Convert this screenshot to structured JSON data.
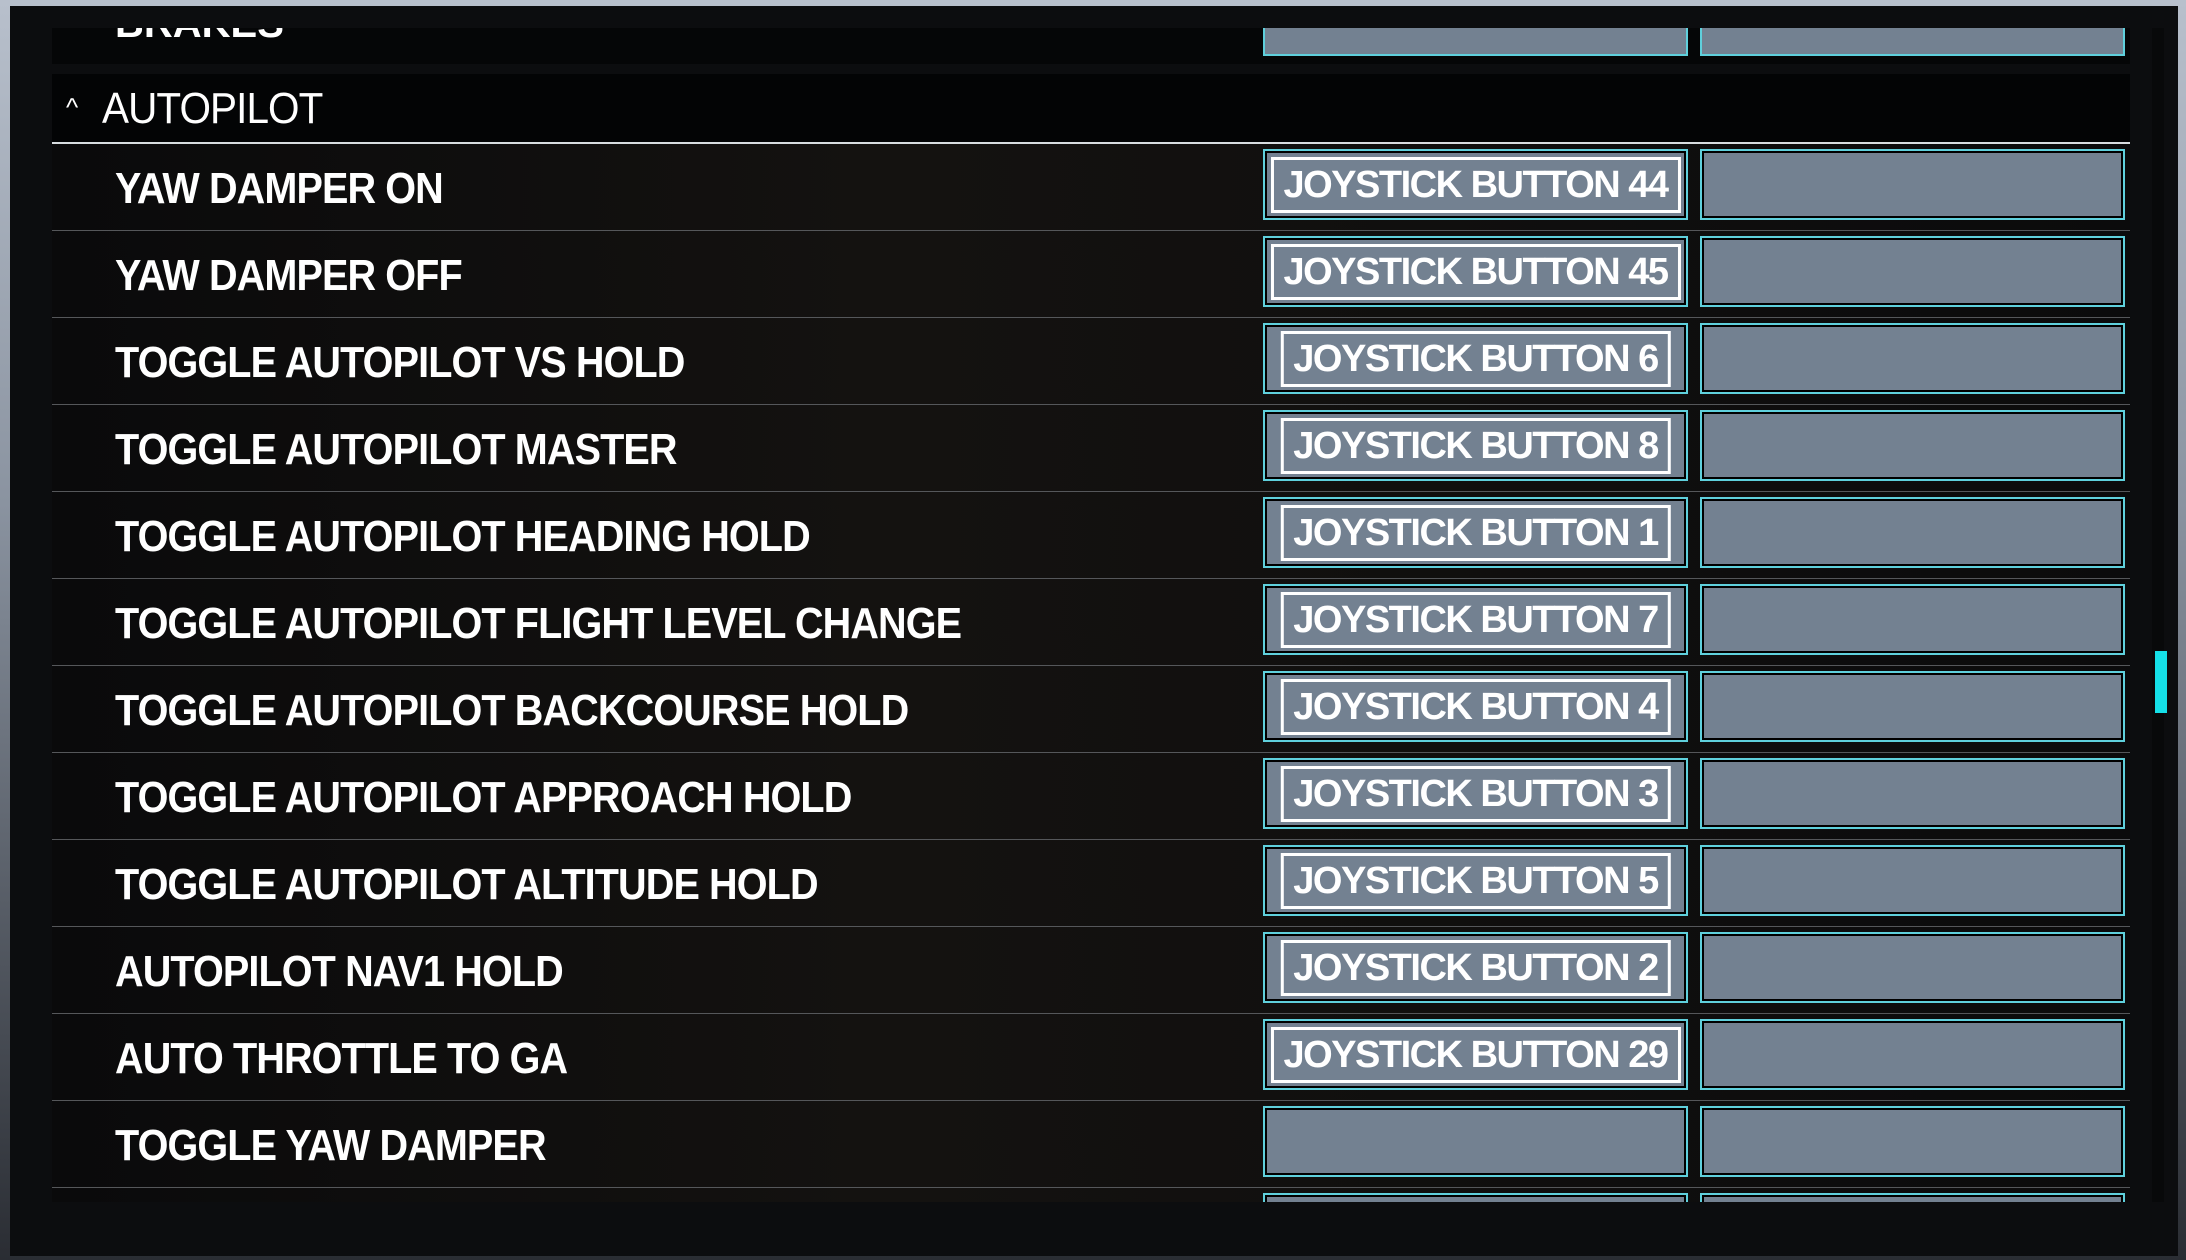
{
  "previous_section": {
    "title": "BRAKES"
  },
  "section": {
    "title": "AUTOPILOT",
    "icon": "chevron-up-icon"
  },
  "rows": [
    {
      "action": "YAW DAMPER ON",
      "primary": "JOYSTICK BUTTON 44",
      "secondary": ""
    },
    {
      "action": "YAW DAMPER OFF",
      "primary": "JOYSTICK BUTTON 45",
      "secondary": ""
    },
    {
      "action": "TOGGLE AUTOPILOT VS HOLD",
      "primary": "JOYSTICK BUTTON 6",
      "secondary": ""
    },
    {
      "action": "TOGGLE AUTOPILOT MASTER",
      "primary": "JOYSTICK BUTTON 8",
      "secondary": ""
    },
    {
      "action": "TOGGLE AUTOPILOT HEADING HOLD",
      "primary": "JOYSTICK BUTTON 1",
      "secondary": ""
    },
    {
      "action": "TOGGLE AUTOPILOT FLIGHT LEVEL CHANGE",
      "primary": "JOYSTICK BUTTON 7",
      "secondary": ""
    },
    {
      "action": "TOGGLE AUTOPILOT BACKCOURSE HOLD",
      "primary": "JOYSTICK BUTTON 4",
      "secondary": ""
    },
    {
      "action": "TOGGLE AUTOPILOT APPROACH HOLD",
      "primary": "JOYSTICK BUTTON 3",
      "secondary": ""
    },
    {
      "action": "TOGGLE AUTOPILOT ALTITUDE HOLD",
      "primary": "JOYSTICK BUTTON 5",
      "secondary": ""
    },
    {
      "action": "AUTOPILOT NAV1 HOLD",
      "primary": "JOYSTICK BUTTON 2",
      "secondary": ""
    },
    {
      "action": "AUTO THROTTLE TO GA",
      "primary": "JOYSTICK BUTTON 29",
      "secondary": ""
    },
    {
      "action": "TOGGLE YAW DAMPER",
      "primary": "",
      "secondary": ""
    }
  ],
  "colors": {
    "cell": "#738191",
    "cell_border": "#5fd0dc",
    "scroll_thumb": "#15e0e8"
  }
}
